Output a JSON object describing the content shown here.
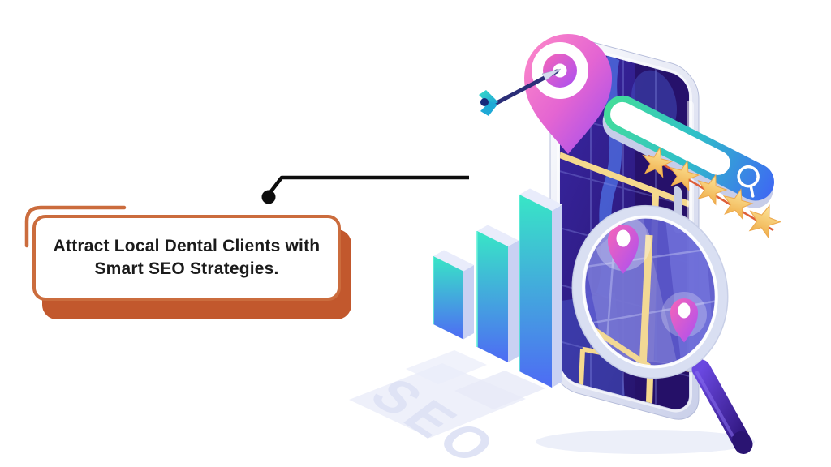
{
  "page": {
    "background": "#ffffff"
  },
  "callout": {
    "line1": "Attract Local Dental Clients with",
    "line2": "Smart SEO Strategies.",
    "border_color": "#cb6c3d",
    "shadow_color": "#c2582d",
    "text_color": "#1b1b1b"
  },
  "connector": {
    "color": "#0d0d0d"
  },
  "illustration": {
    "seo_watermark": "SEO",
    "star_rating": {
      "count": 5,
      "fill": "#f6c95f",
      "thread_color": "#de5f38"
    },
    "bar_chart": {
      "type": "bar",
      "values": [
        1,
        2,
        3
      ],
      "front_gradient": [
        "#38e6c6",
        "#4e6bf4"
      ]
    },
    "map_pin_color_top": "#ff7fc4",
    "map_pin_color_bottom": "#9d4cf0",
    "search_bar_gradient": [
      "#44dd9a",
      "#2fc0c8",
      "#3e6af2"
    ],
    "phone_screen_colors": [
      "#3a27a5",
      "#221062"
    ],
    "road_color": "#f5d98d",
    "handle_color": "#2c1378"
  }
}
